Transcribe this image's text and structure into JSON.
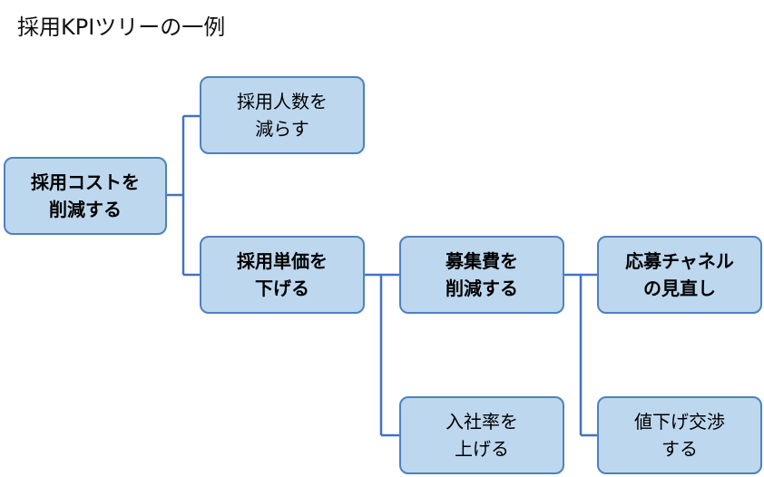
{
  "title": "採用KPIツリーの一例",
  "nodes": {
    "root": {
      "line1": "採用コストを",
      "line2": "削減する"
    },
    "hire_count": {
      "line1": "採用人数を",
      "line2": "減らす"
    },
    "unit_price": {
      "line1": "採用単価を",
      "line2": "下げる"
    },
    "recruit_cost": {
      "line1": "募集費を",
      "line2": "削減する"
    },
    "channel": {
      "line1": "応募チャネル",
      "line2": "の見直し"
    },
    "join_rate": {
      "line1": "入社率を",
      "line2": "上げる"
    },
    "negotiation": {
      "line1": "値下げ交渉",
      "line2": "する"
    }
  },
  "colors": {
    "box_fill": "#bdd7ee",
    "box_border": "#4f81bd",
    "connector": "#4472c4"
  }
}
